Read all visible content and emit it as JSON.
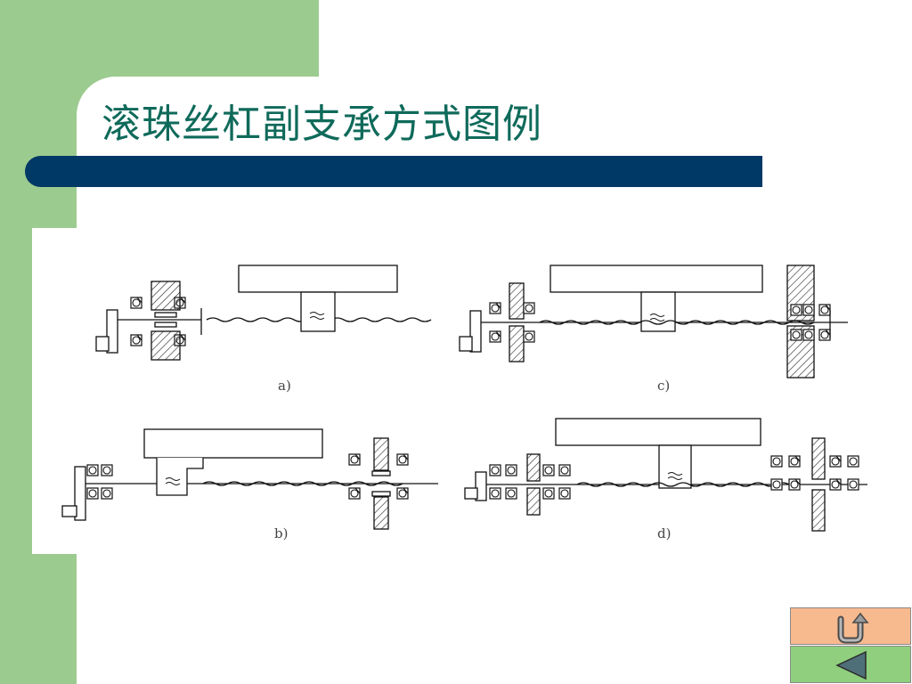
{
  "slide": {
    "title": "滚珠丝杠副支承方式图例"
  },
  "figure": {
    "panels": [
      {
        "id": "a",
        "label": "a)"
      },
      {
        "id": "b",
        "label": "b)"
      },
      {
        "id": "c",
        "label": "c)"
      },
      {
        "id": "d",
        "label": "d)"
      }
    ]
  },
  "navigation": {
    "return_icon": "u-turn-return-icon",
    "prev_icon": "triangle-left-icon"
  },
  "colors": {
    "green_block": "#9ccb8f",
    "title_text": "#0f6a5a",
    "title_bar": "#003866",
    "nav_return_bg": "#f7b98e",
    "nav_prev_bg": "#8fcf7e"
  }
}
